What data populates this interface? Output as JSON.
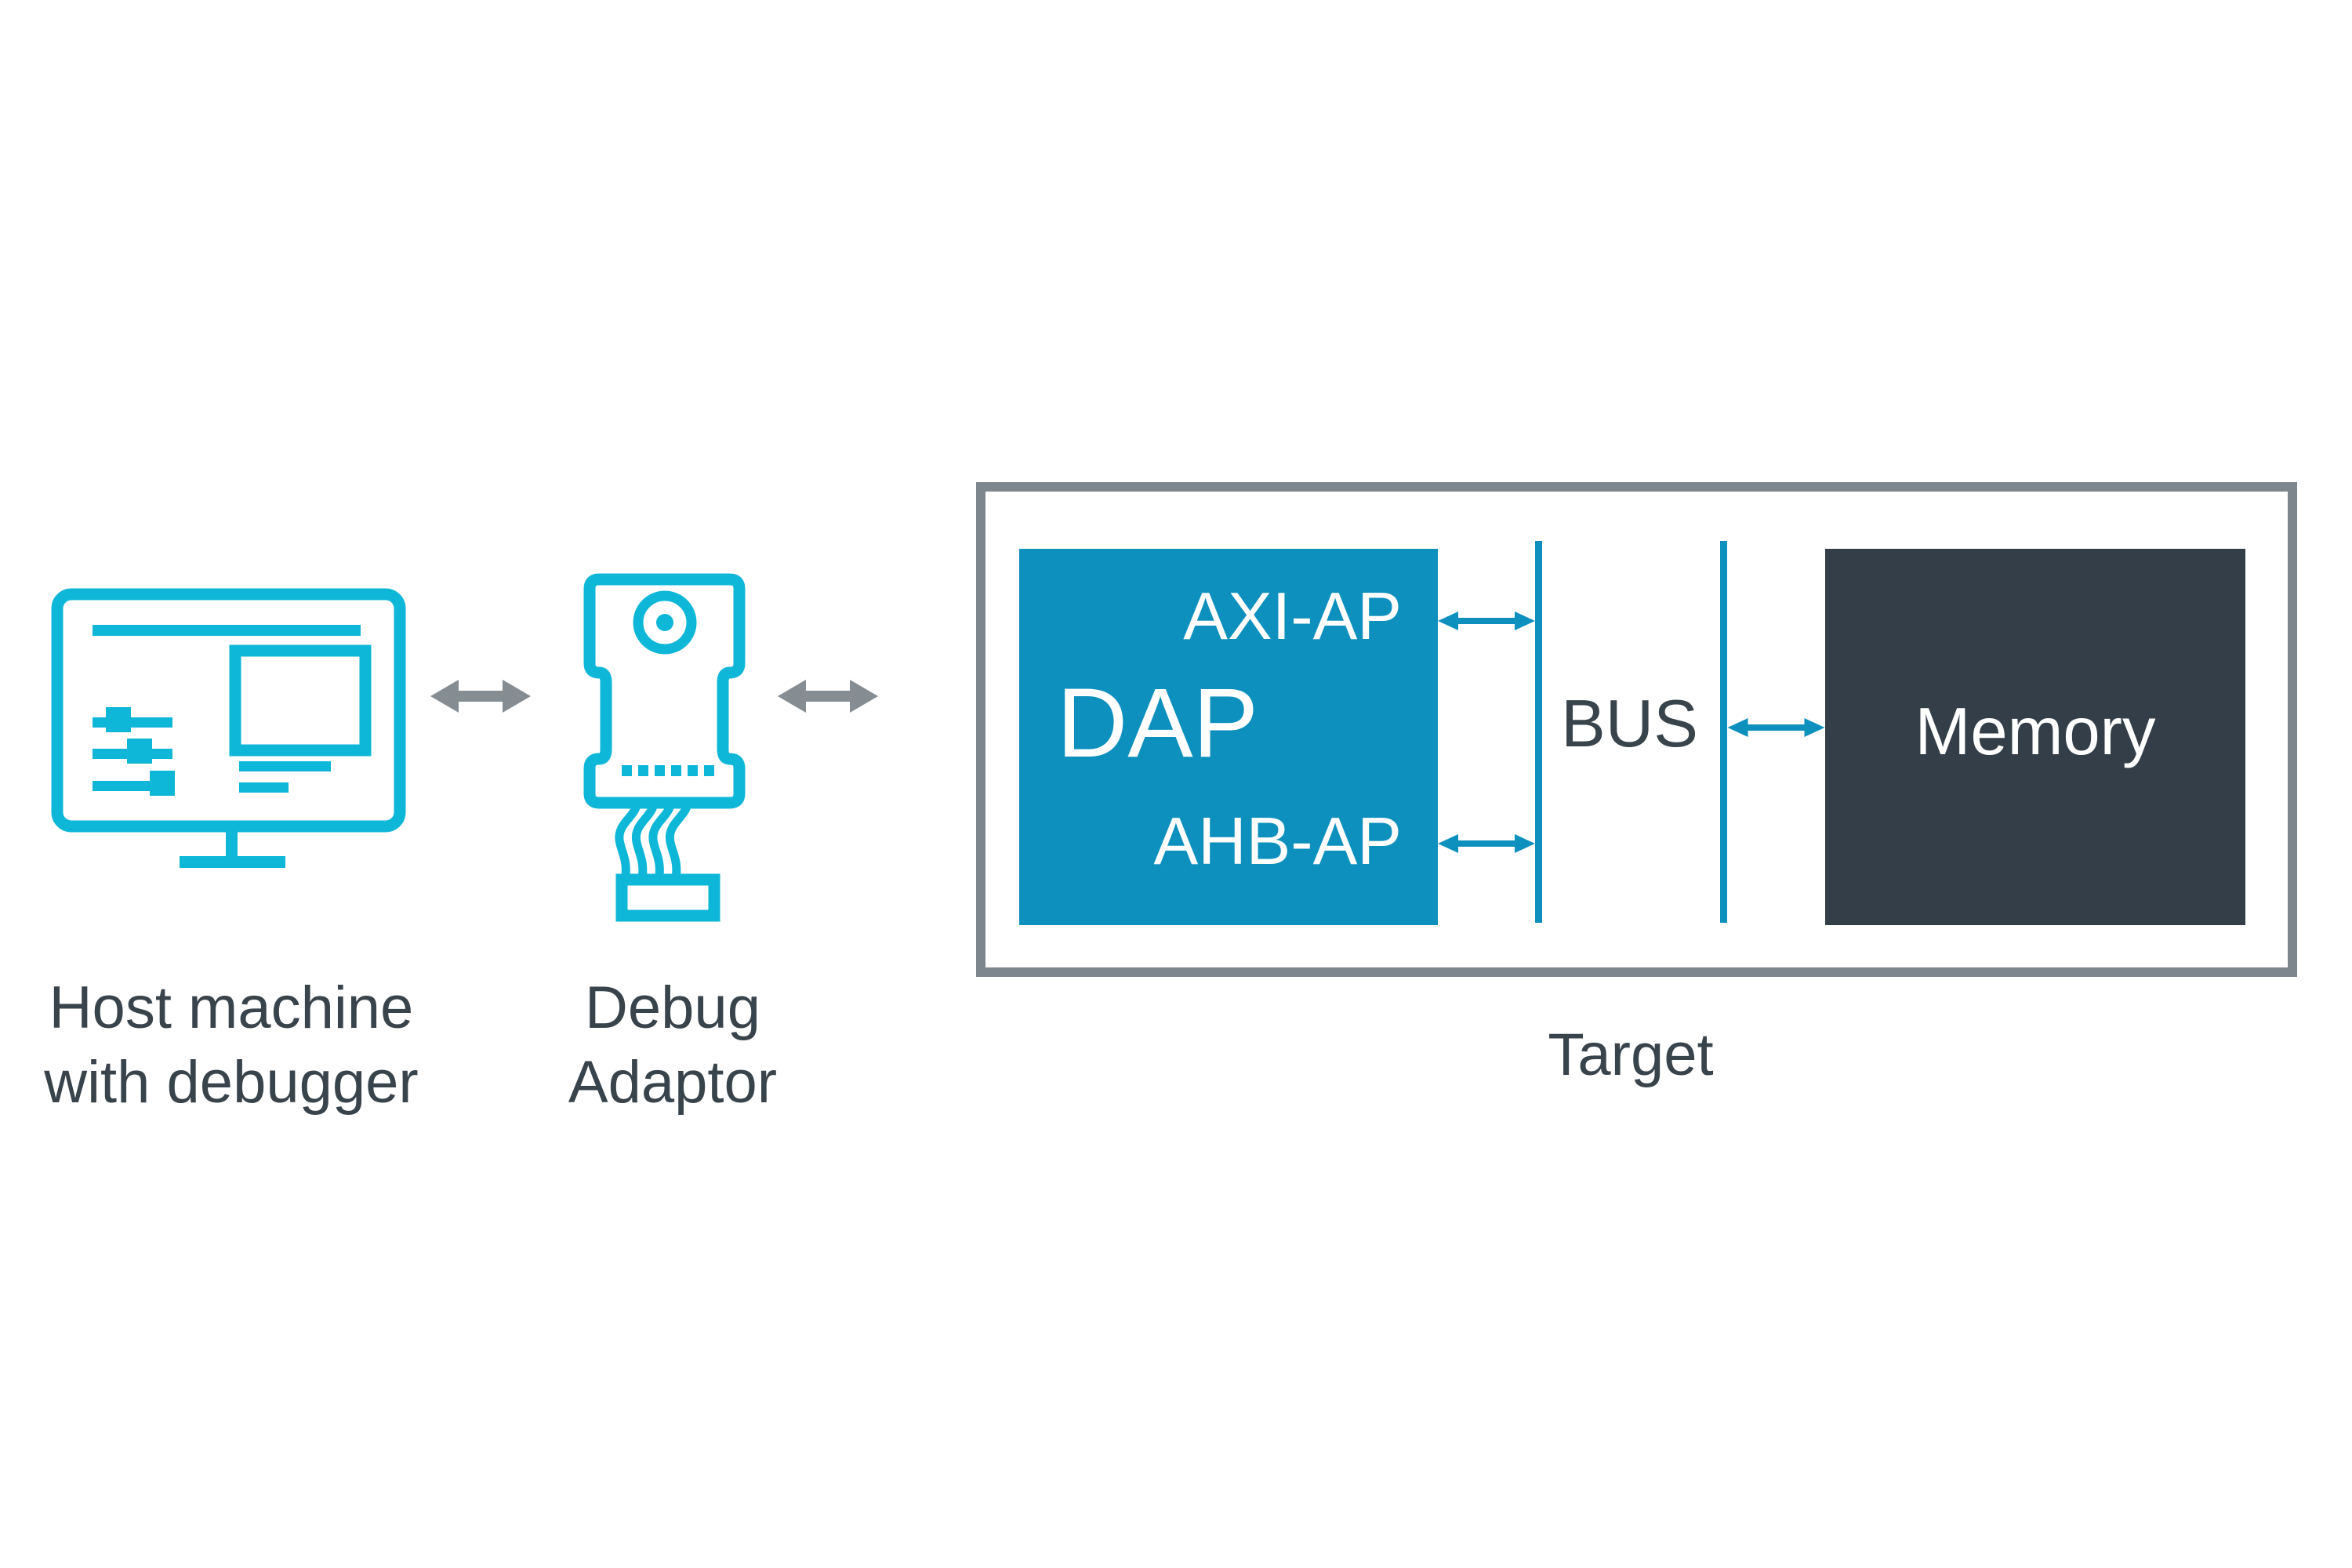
{
  "diagram": {
    "host": {
      "icon": "monitor-debugger-icon",
      "label_line1": "Host machine",
      "label_line2": "with debugger"
    },
    "adaptor": {
      "icon": "debug-probe-icon",
      "label_line1": "Debug",
      "label_line2": "Adaptor"
    },
    "links": {
      "host_adaptor": "bidirectional-arrow",
      "adaptor_target": "bidirectional-arrow",
      "axi_to_bus": "bidirectional-arrow",
      "ahb_to_bus": "bidirectional-arrow",
      "bus_to_memory": "bidirectional-arrow"
    },
    "target": {
      "label": "Target",
      "dap_label": "DAP",
      "ap_top": "AXI-AP",
      "ap_bottom": "AHB-AP",
      "bus_label": "BUS",
      "memory_label": "Memory"
    }
  },
  "colors": {
    "accent_cyan": "#0EB7D7",
    "panel_blue": "#0E90BE",
    "arrow_teal": "#0E90BE",
    "memory_dark": "#333E49",
    "text_dark": "#39434C",
    "gray_arrow": "#858C92",
    "border_gray": "#7D858D",
    "white_text": "#FFFFFF",
    "page_bg": "#FFFFFF"
  }
}
